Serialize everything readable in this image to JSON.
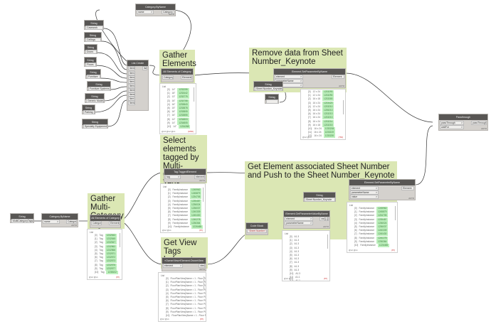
{
  "groups": {
    "gather_elements": "Gather Elements",
    "remove_data": "Remove data from Sheet Number_Keynote",
    "select_tagged": "Select elements tagged by Multi-Category Tags",
    "gather_multi": "Gather Multi-Category tags",
    "get_view_tags": "Get View Tags belong to",
    "get_sheet_number": "Get Element associated Sheet Number and Push to the Sheet Number_Keynote"
  },
  "string_nodes": {
    "header": "String",
    "values": [
      "Casework",
      "Ceilings",
      "Doors",
      "Floors",
      "Furniture",
      "Furniture Systems",
      "Generic Models",
      "Parking",
      "Specialty Equipment"
    ],
    "multi_tag": "MultiCategoryTags",
    "sheet_keynote_1": "Sheet Number_Keynote",
    "sheet_keynote_2": "Sheet Number_Keynote",
    "empty": ""
  },
  "nodes": {
    "category_byname": {
      "title": "Category.ByName",
      "in": "name",
      "out": "Category",
      "lace": "AUTO"
    },
    "category_byname2": {
      "title": "Category.ByName",
      "in": "name",
      "out": "Category",
      "lace": "AUTO"
    },
    "list_create": {
      "title": "List.Create",
      "inputs": [
        "item0",
        "item1",
        "item2",
        "item3",
        "item4",
        "item5",
        "item6",
        "item7",
        "item8"
      ],
      "out": "list"
    },
    "all_elements": {
      "title": "All Elements of Category",
      "in": "Category",
      "out": "Elements"
    },
    "all_elements2": {
      "title": "All Elements of Category",
      "in": "Category",
      "out": "Elements"
    },
    "set_param": {
      "title": "Element.SetParameterByName",
      "inputs": [
        "element",
        "parameterName",
        "value"
      ],
      "out": "Element",
      "lace": "AUTO"
    },
    "set_param2": {
      "title": "Element.SetParameterByName",
      "inputs": [
        "element",
        "parameterName",
        "value"
      ],
      "out": "Element",
      "lace": "AUTO"
    },
    "passthrough": {
      "title": "Passthrough",
      "inputs": [
        "passThrough",
        "waitFor"
      ],
      "out": "passThrough",
      "lace": "AUTO"
    },
    "tag_tagged": {
      "title": "Tag.TaggedElement",
      "in": "tag",
      "out": "element",
      "lace": "AUTO"
    },
    "owner_view": {
      "title": "«OwnerView»Element.OwnerView",
      "in": "element",
      "out": "view",
      "lace": "AUTO"
    },
    "get_param_visibly": {
      "title": "Element.GetParameterValueByName",
      "inputs": [
        "element",
        "parameterName"
      ],
      "out": "var[]..[]",
      "lace": "AUTO"
    },
    "code_block": {
      "title": "Code Block",
      "value": "\"Sheet Number\";"
    }
  },
  "previews": {
    "gather_elements": {
      "header": "List",
      "sub": "0 List",
      "rows": [
        [
          "[0]",
          "14\"",
          "1233255"
        ],
        [
          "[1]",
          "18\"",
          "1233442"
        ],
        [
          "[2]",
          "13\"",
          "1233775"
        ],
        [
          "[3]",
          "16\"",
          "1233758"
        ],
        [
          "[4]",
          "16\"",
          "1233843"
        ],
        [
          "[5]",
          "15\"",
          "1233878"
        ],
        [
          "[6]",
          "16\"",
          "1233805"
        ],
        [
          "[7]",
          "16\"",
          "1233855"
        ],
        [
          "[8]",
          "14\"",
          "1234803"
        ],
        [
          "[9]",
          "14\"",
          "1234805"
        ],
        [
          "[10]",
          "14\"",
          "1234268"
        ]
      ],
      "foot": "@L3 @L2 @L1",
      "count": "{1860}"
    },
    "set_param": {
      "rows": [
        [
          "[0]",
          "12 x 24",
          "1233293"
        ],
        [
          "[1]",
          "12 x 24",
          "1233290"
        ],
        [
          "[2]",
          "16 x 18",
          "1233300"
        ],
        [
          "[3]",
          "16 x 24",
          "1233423"
        ],
        [
          "[4]",
          "12 x 24",
          "1233210"
        ],
        [
          "[5]",
          "16 x 24",
          "1235213"
        ],
        [
          "[6]",
          "16 x 24",
          "1233213"
        ],
        [
          "[7]",
          "16 x 24",
          "1233213"
        ],
        [
          "[8]",
          "16 x 24",
          "1233214"
        ],
        [
          "[9]",
          "16 x 18",
          "1233215"
        ],
        [
          "[10]",
          "16 x 24",
          "1233218"
        ],
        [
          "[11]",
          "16 x 24",
          "1233219"
        ],
        [
          "[12]",
          "16 x 24",
          "1233220"
        ]
      ],
      "foot": "@L2 @L1",
      "count": "{784}"
    },
    "gather_multi": {
      "header": "List",
      "rows": [
        [
          "[0]",
          "Tag",
          "1232543"
        ],
        [
          "[1]",
          "Tag",
          "1232545"
        ],
        [
          "[2]",
          "Tag",
          "1232547"
        ],
        [
          "[3]",
          "Tag",
          "1232562"
        ],
        [
          "[4]",
          "Tag",
          "1232566"
        ],
        [
          "[5]",
          "Tag",
          "1232571"
        ],
        [
          "[6]",
          "Tag",
          "1232572"
        ],
        [
          "[7]",
          "Tag",
          "1232573"
        ],
        [
          "[8]",
          "Tag",
          "1232576"
        ],
        [
          "[9]",
          "Tag",
          "1232577"
        ],
        [
          "[10]",
          "Tag",
          "1238102"
        ]
      ],
      "foot": "@L2 @L1",
      "count": "{87}"
    },
    "tag_tagged": {
      "header": "List",
      "rows": [
        [
          "[0]",
          "FamilyInstance",
          "1245962"
        ],
        [
          "[1]",
          "FamilyInstance",
          "1245879"
        ],
        [
          "[2]",
          "FamilyInstance",
          "1234705"
        ],
        [
          "[3]",
          "FamilyInstance",
          "1235487"
        ],
        [
          "[4]",
          "FamilyInstance",
          "1236024"
        ],
        [
          "[5]",
          "FamilyInstance",
          "1236037"
        ],
        [
          "[6]",
          "FamilyInstance",
          "1240339"
        ],
        [
          "[7]",
          "FamilyInstance",
          "1240430"
        ],
        [
          "[8]",
          "FamilyInstance",
          "1240278"
        ],
        [
          "[9]",
          "FamilyInstance",
          "1236364"
        ],
        [
          "[10]",
          "FamilyInstance",
          "1226465"
        ]
      ],
      "foot": "@L2 @L1",
      "count": "{87}"
    },
    "owner_view": {
      "header": "List",
      "rows": [
        [
          "[0]",
          "FloorPlanView(Name = 1 - Floor Pla"
        ],
        [
          "[1]",
          "FloorPlanView(Name = 1 - Floor Pla"
        ],
        [
          "[2]",
          "FloorPlanView(Name = 1 - Floor Pla"
        ],
        [
          "[3]",
          "FloorPlanView(Name = 1 - Floor Pla"
        ],
        [
          "[4]",
          "FloorPlanView(Name = 1 - Floor Pla"
        ],
        [
          "[5]",
          "FloorPlanView(Name = 1 - Floor Pla"
        ],
        [
          "[6]",
          "FloorPlanView(Name = 1 - Floor Pla"
        ],
        [
          "[7]",
          "FloorPlanView(Name = 1 - Floor Pla"
        ],
        [
          "[8]",
          "FloorPlanView(Name = 1 - Floor Pla"
        ],
        [
          "[9]",
          "FloorPlanView(Name = 1 - Floor Pla"
        ],
        [
          "[10]",
          "FloorPlanView(Name = 1 - Floor Pl"
        ]
      ],
      "foot": "@L2 @L1",
      "count": "{87}"
    },
    "get_param_visibly": {
      "header": "List",
      "rows": [
        [
          "[0]",
          "A1.3"
        ],
        [
          "[1]",
          "A1.3"
        ],
        [
          "[2]",
          "A1.3"
        ],
        [
          "[3]",
          "A1.3"
        ],
        [
          "[4]",
          "A1.3"
        ],
        [
          "[5]",
          "A1.3"
        ],
        [
          "[6]",
          "A1.3"
        ],
        [
          "[7]",
          "A1.3"
        ],
        [
          "[8]",
          "A1.3"
        ],
        [
          "[9]",
          "A1.3"
        ],
        [
          "[10]",
          "A1.3"
        ],
        [
          "[11]",
          "A1.1"
        ],
        [
          "[12]",
          "A1.1"
        ],
        [
          "[13]",
          "A1.1"
        ],
        [
          "[14]",
          "A1.1"
        ],
        [
          "[15]",
          "A1.1"
        ],
        [
          "[16]",
          "A1.1"
        ]
      ],
      "foot": "@L2 @L1",
      "count": "{87}"
    },
    "set_param2": {
      "header": "List",
      "rows": [
        [
          "[0]",
          "FamilyInstance",
          "1245962"
        ],
        [
          "[1]",
          "FamilyInstance",
          "1245879"
        ],
        [
          "[2]",
          "FamilyInstance",
          "1234705"
        ],
        [
          "[3]",
          "FamilyInstance",
          "1235487"
        ],
        [
          "[4]",
          "FamilyInstance",
          "1236024"
        ],
        [
          "[5]",
          "FamilyInstance",
          "1236037"
        ],
        [
          "[6]",
          "FamilyInstance",
          "1240339"
        ],
        [
          "[7]",
          "FamilyInstance",
          "1240430"
        ],
        [
          "[8]",
          "FamilyInstance",
          "1240278"
        ],
        [
          "[9]",
          "FamilyInstance",
          "1236364"
        ],
        [
          "[10]",
          "FamilyInstance",
          "1226465"
        ]
      ],
      "foot": "@L2 @L1",
      "count": "{87}"
    }
  }
}
